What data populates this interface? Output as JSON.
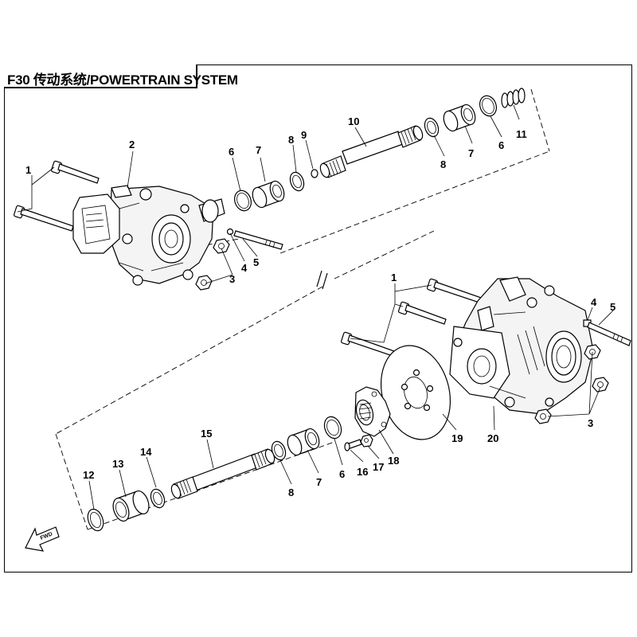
{
  "header": {
    "title": "F30 传动系统/POWERTRAIN SYSTEM"
  },
  "arrow_label": "FWD",
  "callouts": {
    "c1a": "1",
    "c2": "2",
    "c3a": "3",
    "c4a": "4",
    "c5a": "5",
    "c6a": "6",
    "c7a": "7",
    "c8a": "8",
    "c9": "9",
    "c10": "10",
    "c8b": "8",
    "c7b": "7",
    "c6b": "6",
    "c11": "11",
    "c1b": "1",
    "c4b": "4",
    "c5b": "5",
    "c3b": "3",
    "c12": "12",
    "c13": "13",
    "c14": "14",
    "c15": "15",
    "c8c": "8",
    "c7c": "7",
    "c6c": "6",
    "c16": "16",
    "c17": "17",
    "c18": "18",
    "c19": "19",
    "c20": "20"
  }
}
